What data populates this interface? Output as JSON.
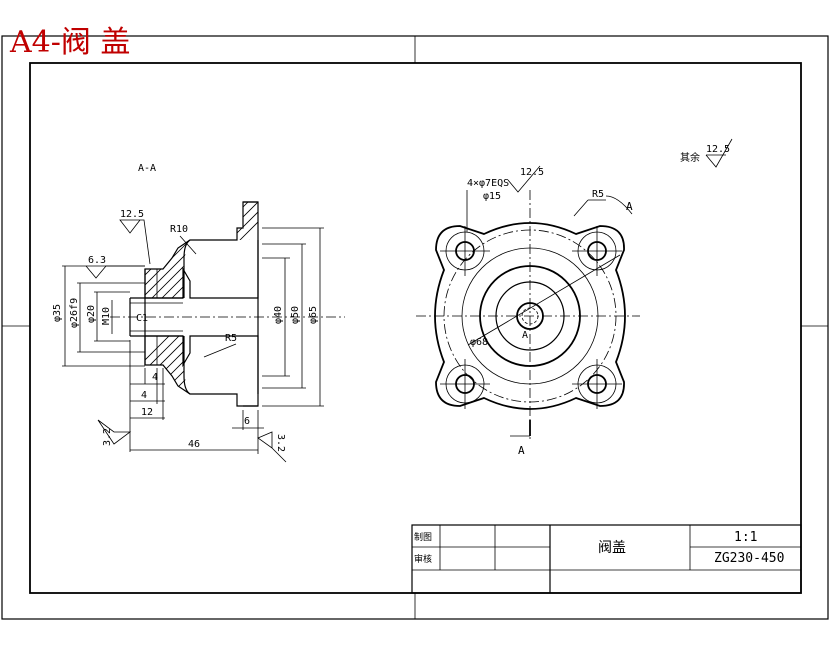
{
  "sheet_title": "A4-阀 盖",
  "section_label": "A-A",
  "roughness": {
    "rest_label": "其余",
    "rest_value": "12.5",
    "top_left": "12.5",
    "left_63": "6.3",
    "bottom_left": "3.2",
    "bottom_right": "3.2",
    "front_view": "12.5"
  },
  "section_dims": {
    "r10": "R10",
    "r5": "R5",
    "c1": "C1",
    "d35": "φ35",
    "d26": "φ26f9",
    "d20": "φ20",
    "m10": "M10",
    "d40": "φ40",
    "d50": "φ50",
    "d65": "φ65",
    "w4a": "4",
    "w4b": "4",
    "w12": "12",
    "w46": "46",
    "w6": "6"
  },
  "front_dims": {
    "holes": "4×φ7EQS",
    "bore": "φ15",
    "r5": "R5",
    "pcd": "φ68",
    "arrow_a1": "A",
    "arrow_a2": "A",
    "center_a": "A"
  },
  "title_block": {
    "row1_label": "制图",
    "row2_label": "审核",
    "part_name": "阀盖",
    "scale": "1:1",
    "material": "ZG230-450"
  }
}
